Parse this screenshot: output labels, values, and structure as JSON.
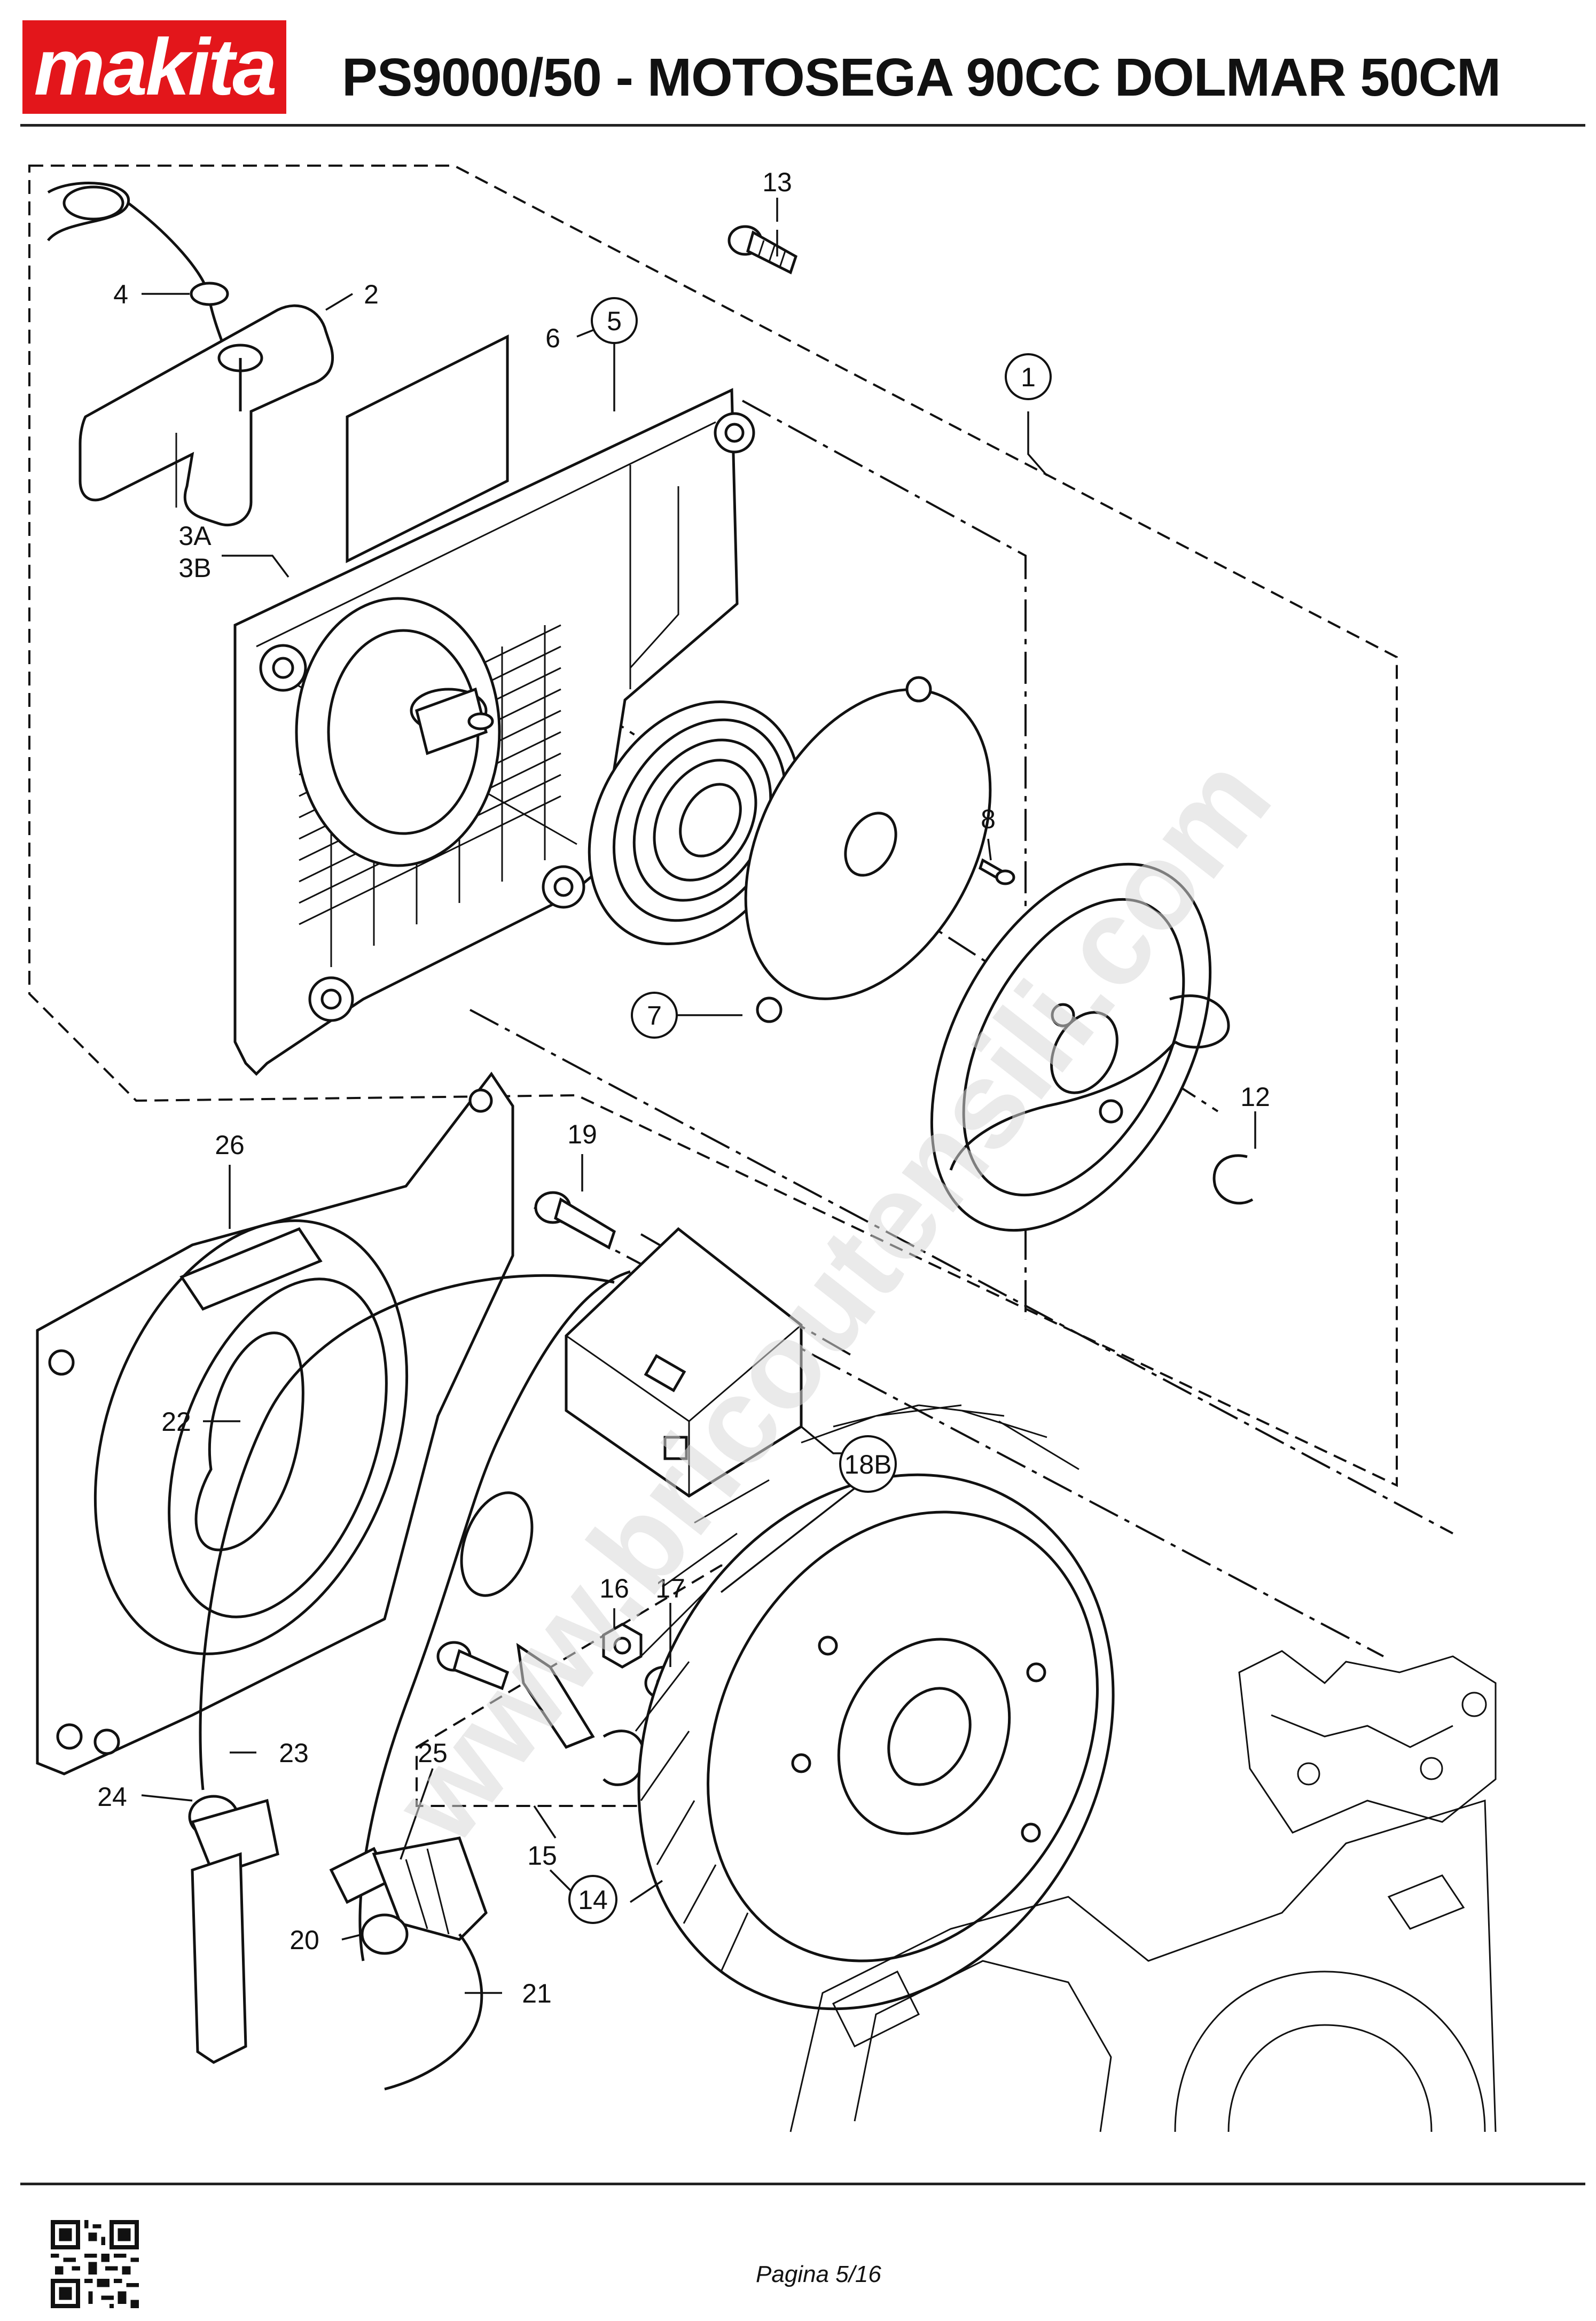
{
  "brand": {
    "name": "makita",
    "color": "#e3161b"
  },
  "header": {
    "title": "PS9000/50 - MOTOSEGA 90CC DOLMAR 50CM"
  },
  "footer": {
    "page": "Pagina 5/16"
  },
  "watermark": {
    "text": "www.bricoutensili.com",
    "color": "#d9d9d9"
  },
  "callouts": [
    {
      "id": "c1",
      "label": "1",
      "circled": true
    },
    {
      "id": "c2",
      "label": "2",
      "circled": false
    },
    {
      "id": "c3a",
      "label": "3A",
      "circled": false
    },
    {
      "id": "c3b",
      "label": "3B",
      "circled": false
    },
    {
      "id": "c4",
      "label": "4",
      "circled": false
    },
    {
      "id": "c5",
      "label": "5",
      "circled": true
    },
    {
      "id": "c6",
      "label": "6",
      "circled": false
    },
    {
      "id": "c7",
      "label": "7",
      "circled": true
    },
    {
      "id": "c8",
      "label": "8",
      "circled": false
    },
    {
      "id": "c12",
      "label": "12",
      "circled": false
    },
    {
      "id": "c13",
      "label": "13",
      "circled": false
    },
    {
      "id": "c14",
      "label": "14",
      "circled": true
    },
    {
      "id": "c15",
      "label": "15",
      "circled": false
    },
    {
      "id": "c16",
      "label": "16",
      "circled": false
    },
    {
      "id": "c17",
      "label": "17",
      "circled": false
    },
    {
      "id": "c18b",
      "label": "18B",
      "circled": true
    },
    {
      "id": "c19",
      "label": "19",
      "circled": false
    },
    {
      "id": "c20",
      "label": "20",
      "circled": false
    },
    {
      "id": "c21",
      "label": "21",
      "circled": false
    },
    {
      "id": "c22",
      "label": "22",
      "circled": false
    },
    {
      "id": "c23",
      "label": "23",
      "circled": false
    },
    {
      "id": "c24",
      "label": "24",
      "circled": false
    },
    {
      "id": "c25",
      "label": "25",
      "circled": false
    },
    {
      "id": "c26",
      "label": "26",
      "circled": false
    }
  ]
}
